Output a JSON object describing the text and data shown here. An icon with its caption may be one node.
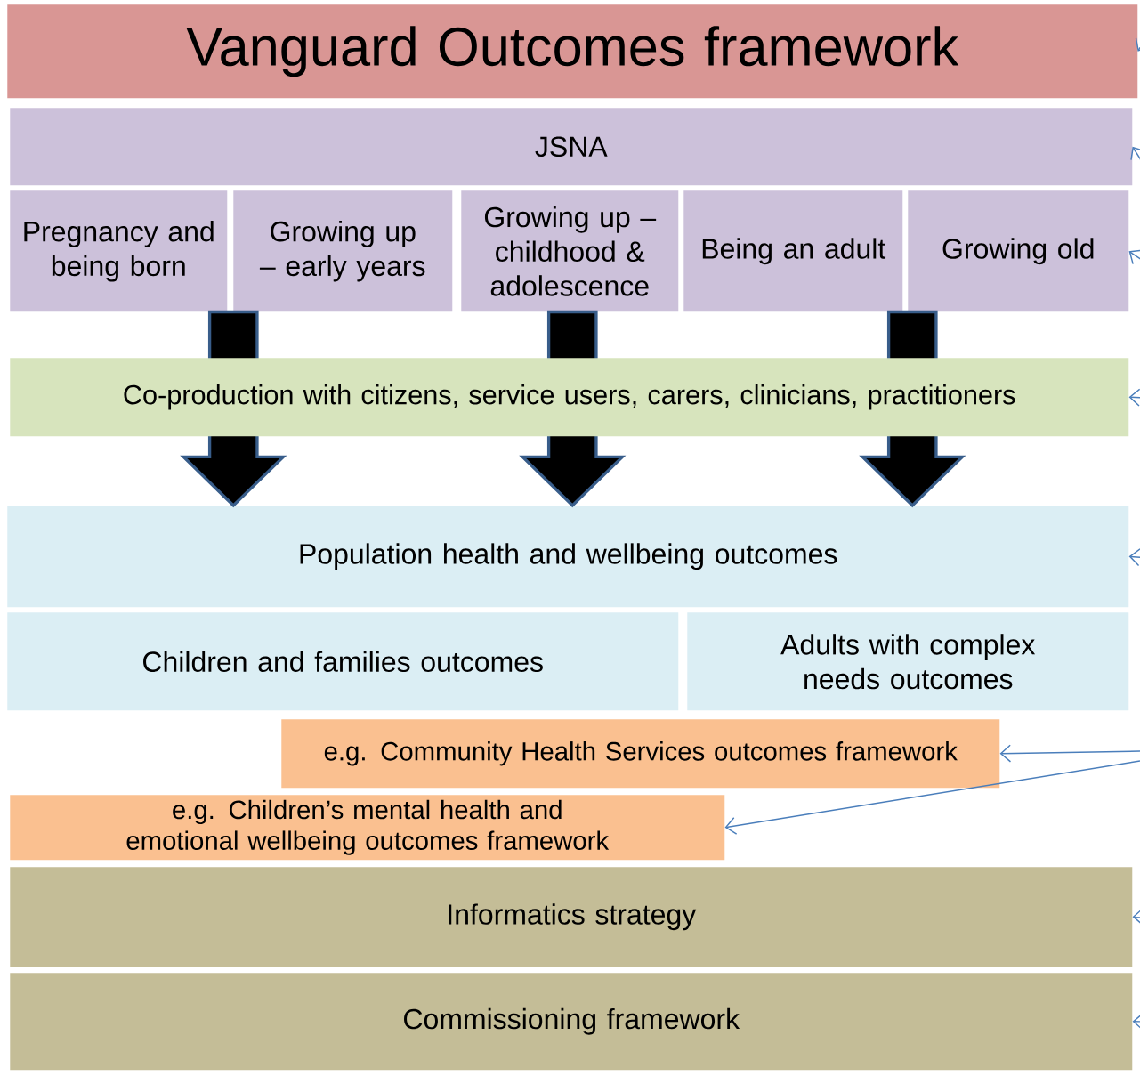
{
  "diagram": {
    "nodes": [
      {
        "text": [
          "Vanguard Outcomes framework"
        ]
      },
      {
        "text": [
          "JSNA"
        ]
      },
      {
        "text": [
          "Pregnancy and being born"
        ]
      },
      {
        "text": [
          "Growing up – early years"
        ]
      },
      {
        "text": [
          "Growing up – childhood & adolescence"
        ]
      },
      {
        "text": [
          "Being an adult"
        ]
      },
      {
        "text": [
          "Growing old"
        ]
      },
      {
        "text": [
          "Co-production with citizens, service users, carers, clinicians, practitioners"
        ]
      },
      {
        "text": [
          "Population health and wellbeing outcomes"
        ]
      },
      {
        "text": [
          "Children and families outcomes"
        ]
      },
      {
        "text": [
          "Adults with complex needs outcomes"
        ]
      },
      {
        "text": [
          "e.g. Community Health Services outcomes framework"
        ]
      },
      {
        "text": [
          "e.g. Children’s mental health and emotional wellbeing outcomes framework"
        ]
      },
      {
        "text": [
          "Informatics strategy"
        ]
      },
      {
        "text": [
          "Commissioning framework"
        ]
      }
    ],
    "edges": [
      {
        "from": 2,
        "to": 8,
        "arrow": "to",
        "style": "thick",
        "color": "#000000"
      },
      {
        "from": 4,
        "to": 8,
        "arrow": "to",
        "style": "thick",
        "color": "#000000"
      },
      {
        "from": 5,
        "to": 8,
        "arrow": "to",
        "style": "thick",
        "color": "#000000"
      },
      {
        "from": null,
        "to": 0,
        "arrow": "to"
      },
      {
        "from": null,
        "to": 1,
        "arrow": "to"
      },
      {
        "from": null,
        "to": 6,
        "arrow": "to"
      },
      {
        "from": null,
        "to": 7,
        "arrow": "to"
      },
      {
        "from": null,
        "to": 8,
        "arrow": "to"
      },
      {
        "from": null,
        "to": 11,
        "arrow": "to"
      },
      {
        "from": null,
        "to": 12,
        "arrow": "to"
      },
      {
        "from": null,
        "to": 13,
        "arrow": "to"
      },
      {
        "from": null,
        "to": 14,
        "arrow": "to"
      }
    ]
  }
}
